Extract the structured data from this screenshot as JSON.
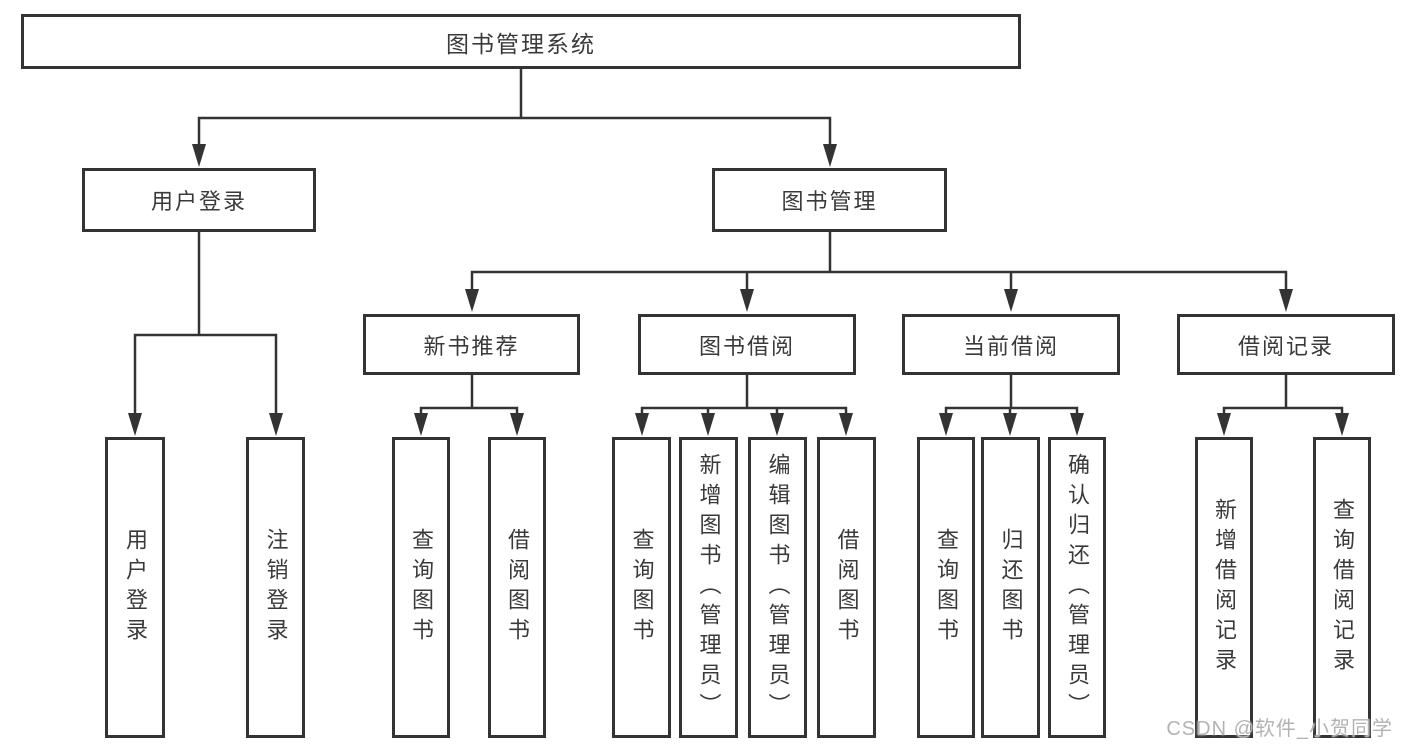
{
  "colors": {
    "line": "#333333",
    "box_border": "#333333",
    "text": "#3a3a3a",
    "box_background": "#ffffff",
    "page_background": "#ffffff",
    "watermark": "#b3b3b3"
  },
  "tree": {
    "root": "图书管理系统",
    "branches": [
      {
        "label": "用户登录",
        "children": [
          "用户登录",
          "注销登录"
        ]
      },
      {
        "label": "图书管理",
        "groups": [
          {
            "label": "新书推荐",
            "children": [
              "查询图书",
              "借阅图书"
            ]
          },
          {
            "label": "图书借阅",
            "children": [
              "查询图书",
              "新增图书（管理员）",
              "编辑图书（管理员）",
              "借阅图书"
            ]
          },
          {
            "label": "当前借阅",
            "children": [
              "查询图书",
              "归还图书",
              "确认归还（管理员）"
            ]
          },
          {
            "label": "借阅记录",
            "children": [
              "新增借阅记录",
              "查询借阅记录"
            ]
          }
        ]
      }
    ]
  },
  "watermark": {
    "text": "CSDN @软件_小贺同学"
  }
}
